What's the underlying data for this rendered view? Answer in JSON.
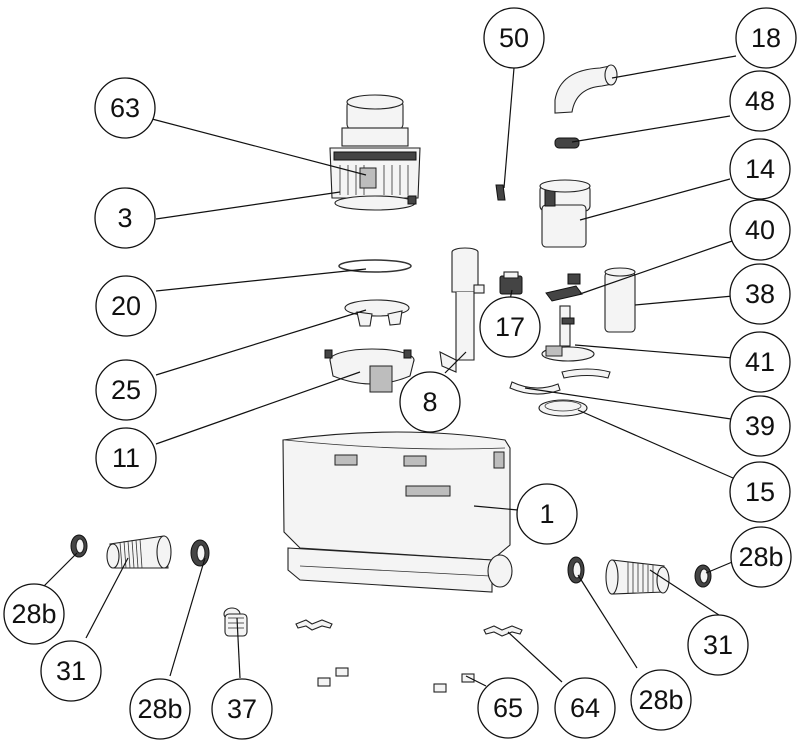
{
  "callouts": {
    "c50": "50",
    "c18": "18",
    "c48": "48",
    "c63": "63",
    "c14": "14",
    "c3": "3",
    "c40": "40",
    "c38": "38",
    "c20": "20",
    "c17": "17",
    "c41": "41",
    "c25": "25",
    "c8": "8",
    "c39": "39",
    "c11": "11",
    "c15": "15",
    "c1": "1",
    "c28b_r": "28b",
    "c28b_l": "28b",
    "c31_l": "31",
    "c31_r": "31",
    "c28b_bl": "28b",
    "c37": "37",
    "c65": "65",
    "c64": "64",
    "c28b_br": "28b"
  }
}
